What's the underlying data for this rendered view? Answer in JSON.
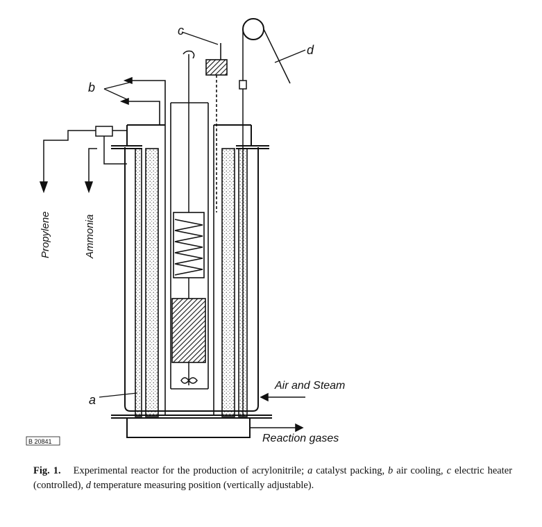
{
  "labels": {
    "a": "a",
    "b": "b",
    "c": "c",
    "d": "d",
    "propylene": "Propylene",
    "ammonia": "Ammonia",
    "air_steam": "Air and Steam",
    "reaction_gases": "Reaction gases"
  },
  "stamp": "B 20841",
  "caption": {
    "fig": "Fig. 1.",
    "text": "Experimental reactor for the production of acrylonitrile;",
    "a_key": "a",
    "a_text": " catalyst packing, ",
    "b_key": "b",
    "b_text": " air cooling, ",
    "c_key": "c",
    "c_text": " electric heater (controlled), ",
    "d_key": "d",
    "d_text": " temperature measuring position (vertically adjustable)."
  }
}
